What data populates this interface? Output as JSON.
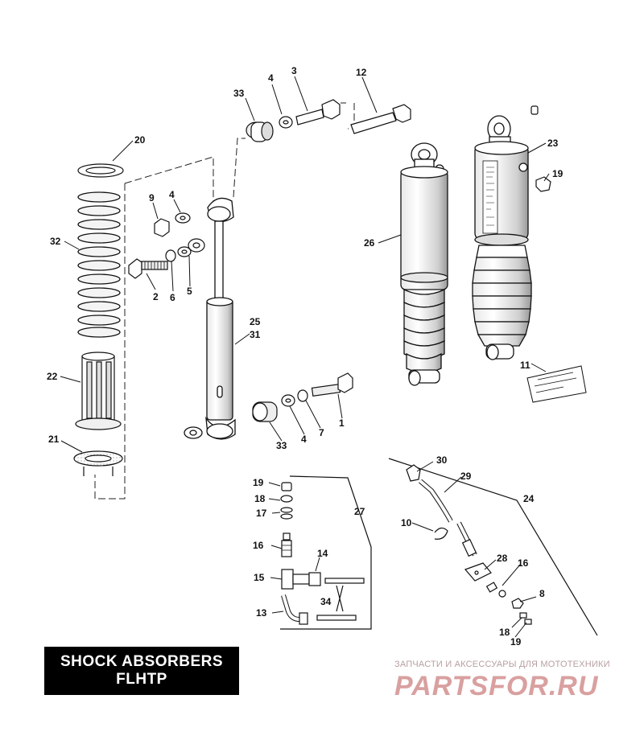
{
  "title": {
    "line1": "SHOCK ABSORBERS",
    "line2": "FLHTP"
  },
  "watermark": {
    "tagline": "ЗАПЧАСТИ И АКСЕССУАРЫ ДЛЯ МОТОТЕХНИКИ",
    "logo_text": "PARTSFOR.RU",
    "color": "#d9a0a0"
  },
  "callouts": {
    "c3": "3",
    "c4a": "4",
    "c33a": "33",
    "c12": "12",
    "c20": "20",
    "c9": "9",
    "c4b": "4",
    "c32": "32",
    "c2": "2",
    "c6": "6",
    "c5": "5",
    "c22": "22",
    "c25": "25",
    "c31": "31",
    "c21": "21",
    "c1": "1",
    "c7": "7",
    "c4c": "4",
    "c33b": "33",
    "c23": "23",
    "c19a": "19",
    "c26": "26",
    "c11": "11",
    "c30": "30",
    "c29": "29",
    "c24": "24",
    "c10": "10",
    "c28": "28",
    "c16a": "16",
    "c8": "8",
    "c18a": "18",
    "c19b": "19",
    "c19c": "19",
    "c18b": "18",
    "c17": "17",
    "c27": "27",
    "c16b": "16",
    "c14": "14",
    "c15": "15",
    "c34": "34",
    "c13": "13"
  }
}
